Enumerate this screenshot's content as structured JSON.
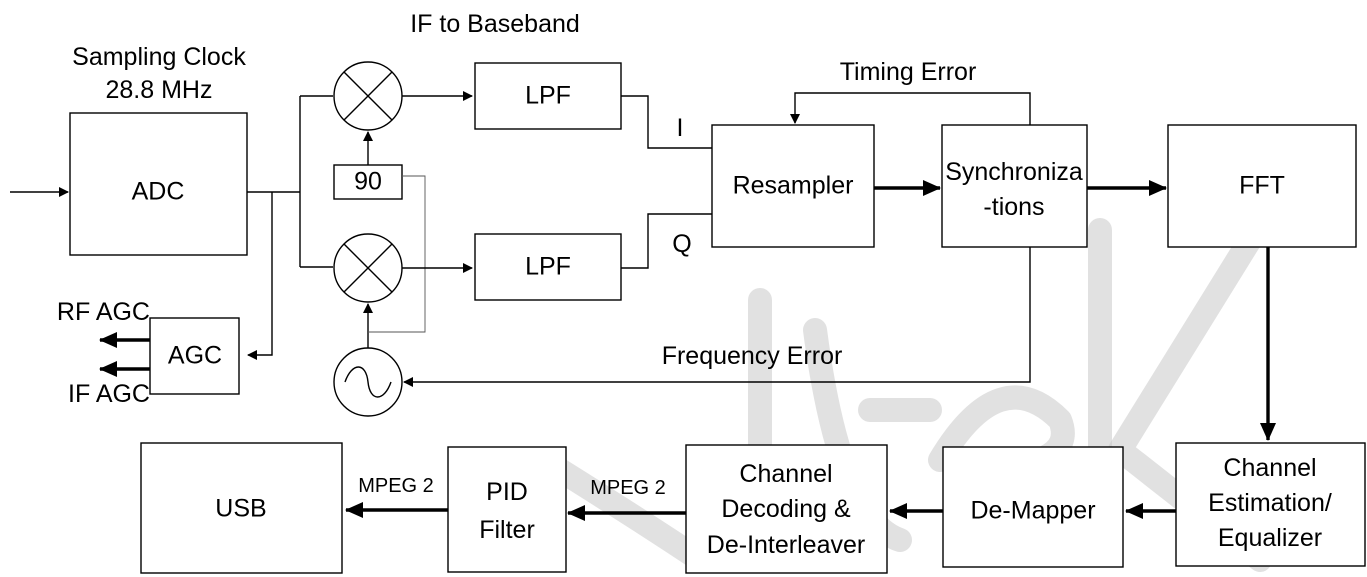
{
  "labels": {
    "sampling_clock": "Sampling Clock",
    "clock_freq": "28.8 MHz",
    "if_to_baseband": "IF to Baseband",
    "timing_error": "Timing Error",
    "frequency_error": "Frequency Error",
    "i": "I",
    "q": "Q",
    "rf_agc": "RF AGC",
    "if_agc": "IF AGC",
    "mpeg2_a": "MPEG 2",
    "mpeg2_b": "MPEG 2"
  },
  "blocks": {
    "adc": "ADC",
    "agc": "AGC",
    "phase90": "90",
    "lpf_top": "LPF",
    "lpf_bottom": "LPF",
    "resampler": "Resampler",
    "sync_line1": "Synchroniza",
    "sync_line2": "-tions",
    "fft": "FFT",
    "chest_line1": "Channel",
    "chest_line2": "Estimation/",
    "chest_line3": "Equalizer",
    "demapper": "De-Mapper",
    "chdec_line1": "Channel",
    "chdec_line2": "Decoding &",
    "chdec_line3": "De-Interleaver",
    "pid_line1": "PID",
    "pid_line2": "Filter",
    "usb": "USB"
  },
  "icons": {
    "mixer": "mixer-icon",
    "oscillator": "oscillator-icon"
  }
}
